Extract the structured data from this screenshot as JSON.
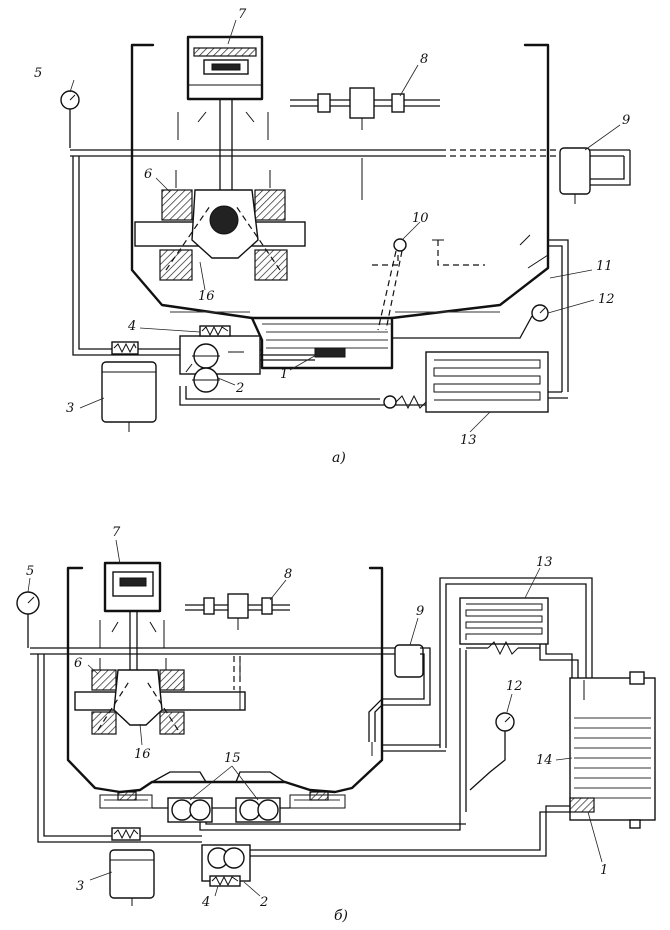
{
  "diagrams": [
    {
      "id": "a",
      "caption": "а)",
      "labels": [
        "1",
        "2",
        "3",
        "4",
        "5",
        "6",
        "7",
        "8",
        "9",
        "10",
        "11",
        "12",
        "13",
        "16"
      ]
    },
    {
      "id": "b",
      "caption": "б)",
      "labels": [
        "1",
        "2",
        "3",
        "4",
        "5",
        "6",
        "7",
        "8",
        "9",
        "12",
        "13",
        "14",
        "15",
        "16"
      ]
    }
  ]
}
